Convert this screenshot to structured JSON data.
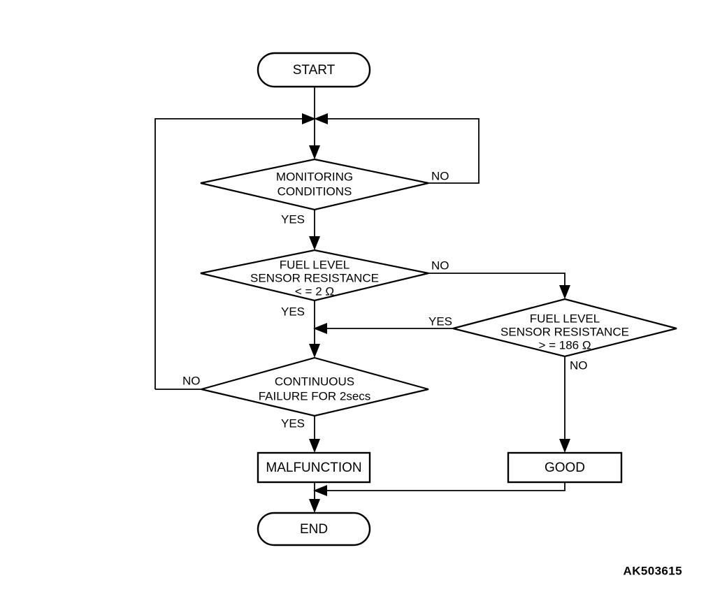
{
  "diagram": {
    "type": "flowchart",
    "title_text": "",
    "corner_id": "AK503615",
    "nodes": {
      "start": {
        "label": "START",
        "shape": "stadium"
      },
      "end": {
        "label": "END",
        "shape": "stadium"
      },
      "monitoring": {
        "shape": "diamond",
        "line1": "MONITORING",
        "line2": "CONDITIONS",
        "line3": ""
      },
      "resistance_low": {
        "shape": "diamond",
        "line1": "FUEL LEVEL",
        "line2": "SENSOR RESISTANCE",
        "line3": "< = 2 Ω"
      },
      "resistance_high": {
        "shape": "diamond",
        "line1": "FUEL LEVEL",
        "line2": "SENSOR RESISTANCE",
        "line3": "> = 186 Ω"
      },
      "continuous_failure": {
        "shape": "diamond",
        "line1": "CONTINUOUS",
        "line2": "FAILURE FOR 2secs",
        "line3": ""
      },
      "malfunction": {
        "label": "MALFUNCTION",
        "shape": "rect"
      },
      "good": {
        "label": "GOOD",
        "shape": "rect"
      }
    },
    "branch_labels": {
      "monitoring_no": "NO",
      "monitoring_yes": "YES",
      "resistance_low_no": "NO",
      "resistance_low_yes": "YES",
      "resistance_high_yes": "YES",
      "resistance_high_no": "NO",
      "continuous_failure_no": "NO",
      "continuous_failure_yes": "YES"
    },
    "colors": {
      "stroke": "#000000",
      "fill": "#ffffff",
      "background": "#ffffff"
    }
  }
}
